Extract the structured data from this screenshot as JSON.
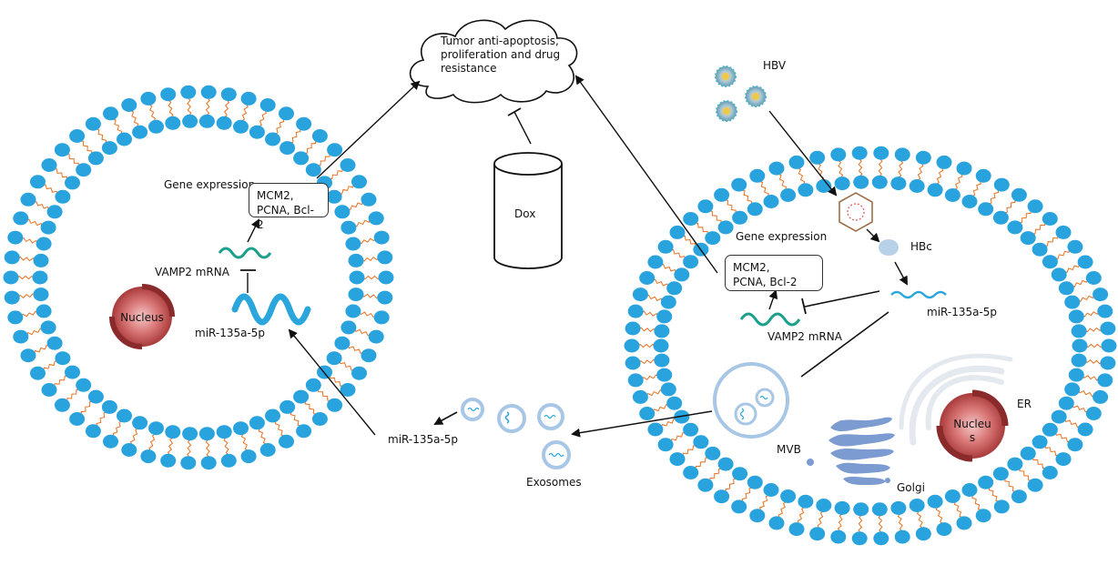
{
  "labels": {
    "tumor_outcome": "Tumor anti-apoptosis, proliferation and drug resistance",
    "dox": "Dox",
    "hbv": "HBV",
    "hbc": "HBc",
    "left_gene_expression": "Gene expression",
    "left_genes_line1": "MCM2,",
    "left_genes_line2": "PCNA, Bcl-2",
    "left_vamp2": "VAMP2 mRNA",
    "left_mirna": "miR-135a-5p",
    "left_nucleus": "Nucleus",
    "right_gene_expression": "Gene expression",
    "right_genes_line1": "MCM2,",
    "right_genes_line2": "PCNA, Bcl-2",
    "right_vamp2": "VAMP2 mRNA",
    "right_mirna": "miR-135a-5p",
    "right_nucleus_line1": "Nucleu",
    "right_nucleus_line2": "s",
    "exosome_mirna": "miR-135a-5p",
    "exosomes": "Exosomes",
    "mvb": "MVB",
    "golgi": "Golgi",
    "er": "ER"
  },
  "colors": {
    "lipid_head": "#29a3dd",
    "lipid_tail": "#e8701f",
    "nucleus": "#a83a3a",
    "mirna": "#2ba6dc",
    "mrna": "#1aa08a",
    "golgi": "#7c9bd0",
    "vesicle": "#a8c6e6"
  }
}
